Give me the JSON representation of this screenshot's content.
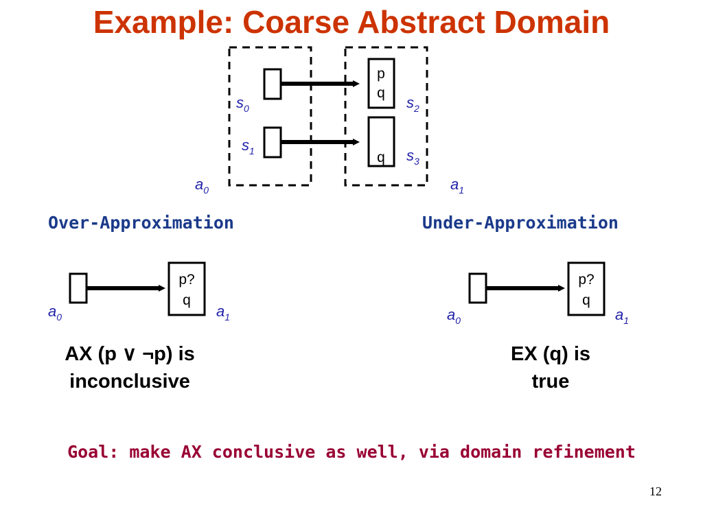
{
  "title": "Example: Coarse Abstract Domain",
  "top_diagram": {
    "states": [
      {
        "name": "s",
        "sub": "0",
        "props": []
      },
      {
        "name": "s",
        "sub": "1",
        "props": []
      },
      {
        "name": "s",
        "sub": "2",
        "props": [
          "p",
          "q"
        ]
      },
      {
        "name": "s",
        "sub": "3",
        "props": [
          "q"
        ]
      }
    ],
    "abstract_states": [
      {
        "name": "a",
        "sub": "0"
      },
      {
        "name": "a",
        "sub": "1"
      }
    ]
  },
  "over": {
    "heading": "Over-Approximation",
    "target_props": [
      "p?",
      "q"
    ],
    "source_label": {
      "name": "a",
      "sub": "0"
    },
    "target_label": {
      "name": "a",
      "sub": "1"
    },
    "statement_line1": "AX (p ∨ ¬p) is",
    "statement_line2": "inconclusive"
  },
  "under": {
    "heading": "Under-Approximation",
    "target_props": [
      "p?",
      "q"
    ],
    "source_label": {
      "name": "a",
      "sub": "0"
    },
    "target_label": {
      "name": "a",
      "sub": "1"
    },
    "statement_line1": "EX (q) is",
    "statement_line2": "true"
  },
  "goal": "Goal: make AX conclusive as well, via domain refinement",
  "page_number": "12",
  "colors": {
    "title": "#cc3300",
    "heading": "#1a3a8a",
    "label": "#2222aa",
    "goal": "#990033"
  }
}
